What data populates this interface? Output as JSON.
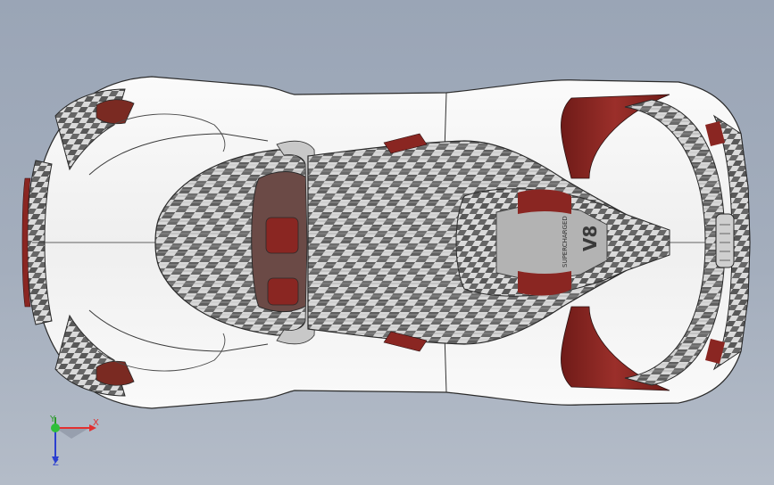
{
  "viewport": {
    "background_top": "#9aa5b6",
    "background_bottom": "#b4bcc8"
  },
  "model": {
    "body_color": "#f4f4f4",
    "carbon_light": "#d6d6d6",
    "carbon_dark": "#5b5b5b",
    "accent_red": "#8a2622",
    "edge_color": "#2a2a2a",
    "engine_cover_text": "SUPERCHARGED",
    "engine_badge": "V8"
  },
  "triad": {
    "x_label": "X",
    "y_label": "Y",
    "z_label": "Z",
    "x_color": "#e23030",
    "y_color": "#2a9a2a",
    "z_color": "#2b3fd0"
  }
}
